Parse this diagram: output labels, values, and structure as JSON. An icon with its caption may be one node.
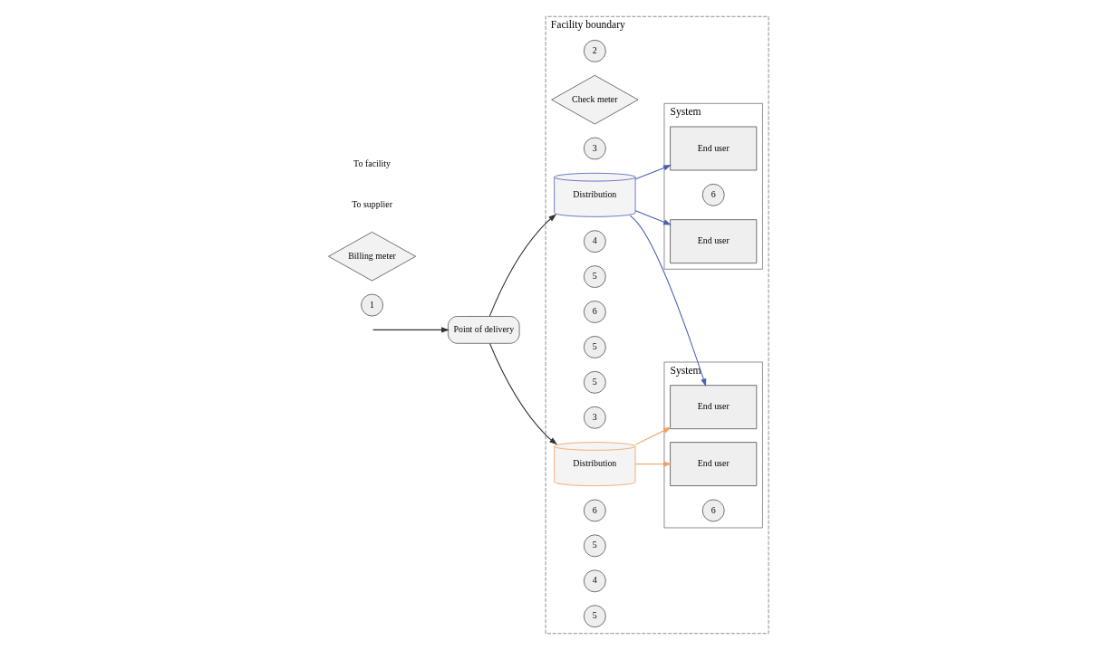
{
  "diagram": {
    "nodes": [
      {
        "text": [
          "Facility boundary"
        ]
      },
      {
        "text": [
          "1"
        ]
      },
      {
        "text": [
          "Billing meter"
        ]
      },
      {
        "text": [
          "Point of delivery"
        ]
      },
      {
        "text": [
          "2"
        ],
        "in": 0
      },
      {
        "text": [
          "Check meter"
        ],
        "in": 0
      },
      {
        "text": [
          "3"
        ],
        "in": 0
      },
      {
        "text": [
          "Distribution"
        ],
        "in": 0
      },
      {
        "text": [
          "4"
        ],
        "in": 0
      },
      {
        "text": [
          "System"
        ],
        "in": 0
      },
      {
        "text": [
          "5"
        ],
        "in": 0
      },
      {
        "text": [
          "6"
        ],
        "in": 0
      },
      {
        "text": [
          "End user"
        ],
        "in": 9
      },
      {
        "text": [
          "5"
        ],
        "in": 0
      },
      {
        "text": [
          "End user"
        ],
        "in": 9
      },
      {
        "text": [
          "5"
        ],
        "in": 0
      },
      {
        "text": [
          "6"
        ],
        "in": 9
      },
      {
        "text": [
          "3"
        ],
        "in": 0
      },
      {
        "text": [
          "Distribution"
        ],
        "in": 0
      },
      {
        "text": [
          "System"
        ],
        "in": 0
      },
      {
        "text": [
          "6"
        ],
        "in": 0
      },
      {
        "text": [
          "5"
        ],
        "in": 0
      },
      {
        "text": [
          "End user"
        ],
        "in": 19
      },
      {
        "text": [
          "4"
        ],
        "in": 0
      },
      {
        "text": [
          "6"
        ],
        "in": 19
      },
      {
        "text": [
          "End user"
        ],
        "in": 19
      },
      {
        "text": [
          "5"
        ],
        "in": 0
      }
    ],
    "edges": [
      {
        "from": null,
        "to": 3,
        "arrow": "to"
      },
      {
        "from": 3,
        "to": 7,
        "arrow": "to"
      },
      {
        "from": 3,
        "to": 18,
        "arrow": "to"
      },
      {
        "from": 7,
        "to": 12,
        "arrow": "to",
        "color": "#f0a060"
      },
      {
        "from": 7,
        "to": 14,
        "arrow": "to",
        "color": "#f0a060"
      },
      {
        "from": 18,
        "to": 14,
        "arrow": "to",
        "color": "#4a5fb5"
      },
      {
        "from": 18,
        "to": 22,
        "arrow": "to",
        "color": "#4a5fb5"
      },
      {
        "from": 18,
        "to": 25,
        "arrow": "to",
        "color": "#4a5fb5"
      }
    ],
    "labels": [
      "To supplier",
      "To facility"
    ]
  }
}
